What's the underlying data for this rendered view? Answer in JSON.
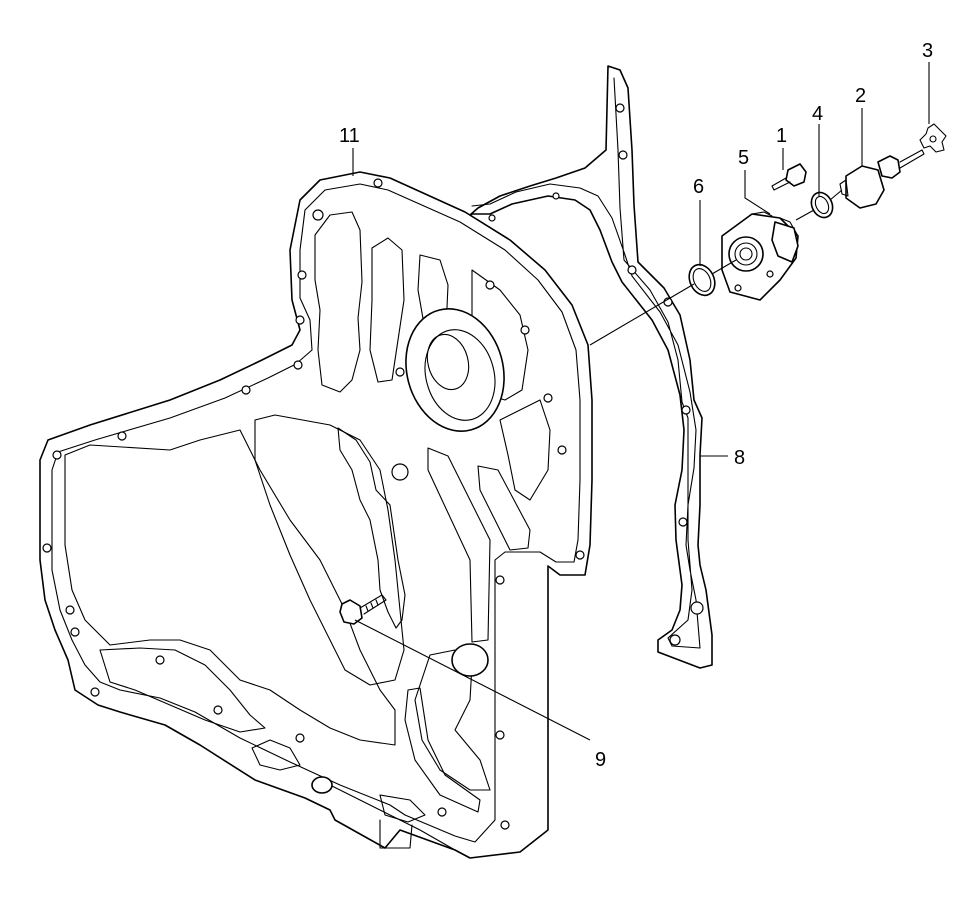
{
  "callouts": [
    {
      "id": "c1",
      "label": "1"
    },
    {
      "id": "c2",
      "label": "2"
    },
    {
      "id": "c3",
      "label": "3"
    },
    {
      "id": "c4",
      "label": "4"
    },
    {
      "id": "c5",
      "label": "5"
    },
    {
      "id": "c6",
      "label": "6"
    },
    {
      "id": "c8",
      "label": "8"
    },
    {
      "id": "c9",
      "label": "9"
    },
    {
      "id": "c11",
      "label": "11"
    }
  ]
}
